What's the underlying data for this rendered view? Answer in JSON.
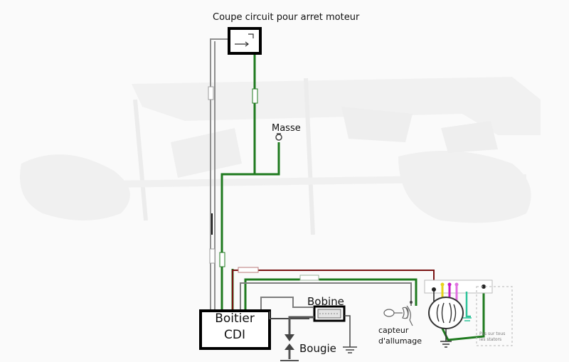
{
  "labels": {
    "switch": "Coupe circuit pour arret moteur",
    "ground": "Masse",
    "cdi_line1": "Boitier",
    "cdi_line2": "CDI",
    "coil": "Bobine",
    "spark_plug": "Bougie",
    "pickup_line1": "capteur",
    "pickup_line2": "d'allumage",
    "stator_note_line1": "Pas sur tous",
    "stator_note_line2": "les stators"
  },
  "colors": {
    "ground_wire": "#1f7a1f",
    "ignition_wire": "#7a1414",
    "kill_wire": "#9a9a9a",
    "box_stroke": "#000000",
    "stator_yellow": "#e6d21a",
    "stator_magenta": "#c51ac5",
    "stator_pink": "#e070e0",
    "stator_teal": "#2cc49a"
  }
}
